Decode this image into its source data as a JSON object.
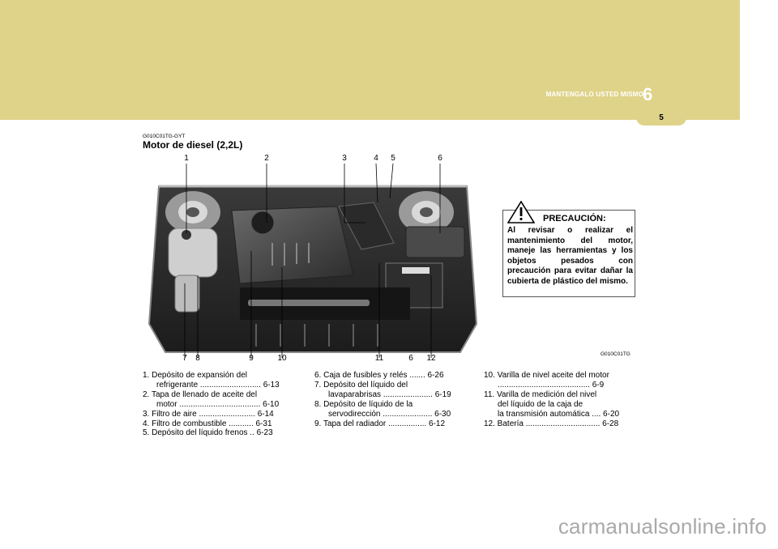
{
  "header": {
    "section_title": "MANTENGALO USTED MISMO",
    "chapter_number": "6",
    "page_number": "5"
  },
  "content": {
    "ref_code": "G010C01TG-GYT",
    "title": "Motor de diesel (2,2L)",
    "photo_code": "G010C01TG",
    "callouts_top": [
      "1",
      "2",
      "3",
      "4",
      "5",
      "6"
    ],
    "callouts_bottom": [
      "7",
      "8",
      "9",
      "10",
      "11",
      "6",
      "12"
    ]
  },
  "caution": {
    "title": "PRECAUCIÓN:",
    "text": "Al revisar o realizar el mantenimiento del motor, maneje las herramientas y los objetos pesados con precaución para evitar dañar la cubierta de plástico del mismo.",
    "icon": "warning-triangle-icon"
  },
  "lists": {
    "col1": [
      {
        "label": "1. Depósito de expansión del",
        "cont": "refrigerante ........................... 6-13"
      },
      {
        "label": "2. Tapa de llenado de aceite del",
        "cont": "motor .................................... 6-10"
      },
      {
        "label": "3. Filtro de aire ......................... 6-14",
        "cont": ""
      },
      {
        "label": "4. Filtro de combustible ........... 6-31",
        "cont": ""
      },
      {
        "label": "5. Depósito del líquido frenos .. 6-23",
        "cont": ""
      }
    ],
    "col2": [
      {
        "label": "6. Caja de fusibles y relés ....... 6-26",
        "cont": ""
      },
      {
        "label": "7. Depósito del líquido del",
        "cont": "lavaparabrisas ...................... 6-19"
      },
      {
        "label": "8. Depósito de líquido de la",
        "cont": "servodirección ...................... 6-30"
      },
      {
        "label": "9. Tapa del radiador ................. 6-12",
        "cont": ""
      }
    ],
    "col3": [
      {
        "label": "10. Varilla de nivel aceite del motor",
        "cont": "......................................... 6-9"
      },
      {
        "label": "11. Varilla de medición del nivel",
        "cont": "del líquido de la caja de"
      },
      {
        "label": "",
        "cont": "la transmisión automática .... 6-20"
      },
      {
        "label": "12. Batería ................................. 6-28",
        "cont": ""
      }
    ]
  },
  "watermark": "carmanualsonline.info"
}
